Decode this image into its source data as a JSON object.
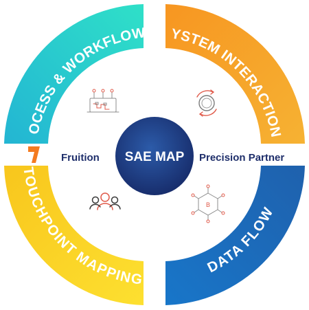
{
  "diagram": {
    "center": {
      "label": "SAE MAP"
    },
    "segments": [
      {
        "id": "process",
        "label": "PROCESS & WORKFLOWS",
        "color_start": "#23b5d3",
        "color_end": "#2fe0c8",
        "icon": "workflow-icon"
      },
      {
        "id": "system",
        "label": "SYSTEM INTERACTIONS",
        "color_start": "#f79621",
        "color_end": "#f6b233",
        "icon": "cycle-icon"
      },
      {
        "id": "touchpoint",
        "label": "TOUCHPOINT MAPPING",
        "color_start": "#f8c61d",
        "color_end": "#fde030",
        "icon": "people-icon"
      },
      {
        "id": "dataflow",
        "label": "DATA FLOW",
        "color_start": "#1f61ad",
        "color_end": "#1876c9",
        "icon": "data-hexagon-icon"
      }
    ],
    "left_partner": {
      "label": "Fruition",
      "logo_color": "#f47b20"
    },
    "right_partner": {
      "label": "Precision Partner"
    },
    "colors": {
      "navy": "#1f2f6b",
      "center_dark": "#162a68",
      "center_light": "#2c5ba9",
      "icon_red": "#e05a4a",
      "icon_gray": "#8c8c8c"
    }
  }
}
